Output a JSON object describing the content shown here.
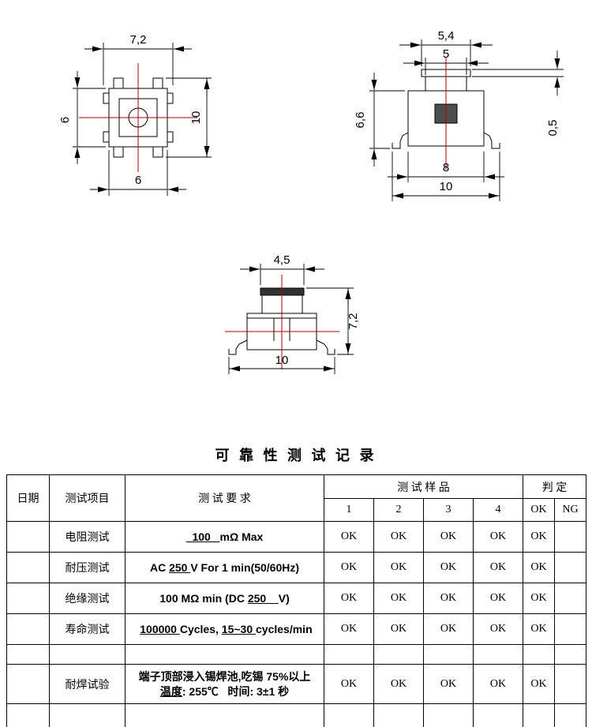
{
  "drawings": {
    "top_view": {
      "dim_top": "7,2",
      "dim_left": "6",
      "dim_right": "10",
      "dim_bottom": "6"
    },
    "side_view": {
      "dim_top1": "5,4",
      "dim_top2": "5",
      "dim_left": "6,6",
      "dim_right": "0,5",
      "dim_bottom_inner": "8",
      "dim_bottom_outer": "10"
    },
    "front_view": {
      "dim_top": "4,5",
      "dim_right": "7,2",
      "dim_bottom": "10"
    }
  },
  "table": {
    "title": "可 靠 性 测 试 记 录",
    "headers": {
      "date": "日期",
      "item": "测试项目",
      "requirement": "测 试 要 求",
      "samples": "测 试 样 品",
      "judgement": "判  定",
      "sample_cols": [
        "1",
        "2",
        "3",
        "4"
      ],
      "judgement_cols": [
        "OK",
        "NG"
      ]
    },
    "rows": [
      {
        "date": "",
        "item": "电阻测试",
        "req": [
          [
            {
              "t": "  100   ",
              "u": true
            },
            {
              "t": "mΩ Max",
              "u": false
            }
          ]
        ],
        "samples": [
          "OK",
          "OK",
          "OK",
          "OK"
        ],
        "ok": "OK",
        "ng": ""
      },
      {
        "date": "",
        "item": "耐压测试",
        "req": [
          [
            {
              "t": "AC ",
              "u": false
            },
            {
              "t": "250 ",
              "u": true
            },
            {
              "t": "V For 1 min(50/60Hz)",
              "u": false
            }
          ]
        ],
        "samples": [
          "OK",
          "OK",
          "OK",
          "OK"
        ],
        "ok": "OK",
        "ng": ""
      },
      {
        "date": "",
        "item": "绝缘测试",
        "req": [
          [
            {
              "t": "100 MΩ min (DC ",
              "u": false
            },
            {
              "t": "250    ",
              "u": true
            },
            {
              "t": "V)",
              "u": false
            }
          ]
        ],
        "samples": [
          "OK",
          "OK",
          "OK",
          "OK"
        ],
        "ok": "OK",
        "ng": ""
      },
      {
        "date": "",
        "item": "寿命测试",
        "req": [
          [
            {
              "t": " ",
              "u": false
            },
            {
              "t": "100000 ",
              "u": true
            },
            {
              "t": "Cycles, ",
              "u": false
            },
            {
              "t": "15~30 ",
              "u": true
            },
            {
              "t": "cycles/min",
              "u": false
            }
          ]
        ],
        "samples": [
          "OK",
          "OK",
          "OK",
          "OK"
        ],
        "ok": "OK",
        "ng": ""
      },
      {
        "date": "",
        "item": "",
        "req": [],
        "samples": [
          "",
          "",
          "",
          ""
        ],
        "ok": "",
        "ng": ""
      },
      {
        "date": "",
        "item": "耐焊试验",
        "req": [
          [
            {
              "t": "端子顶部浸入锡焊池,吃锡 75%以上",
              "u": false
            }
          ],
          [
            {
              "t": "温度",
              "u": true
            },
            {
              "t": ": 255℃   时间: 3±1 秒",
              "u": false
            }
          ]
        ],
        "samples": [
          "OK",
          "OK",
          "OK",
          "OK"
        ],
        "ok": "OK",
        "ng": ""
      },
      {
        "date": "",
        "item": "",
        "req": [],
        "samples": [
          "",
          "",
          "",
          ""
        ],
        "ok": "",
        "ng": ""
      }
    ]
  }
}
